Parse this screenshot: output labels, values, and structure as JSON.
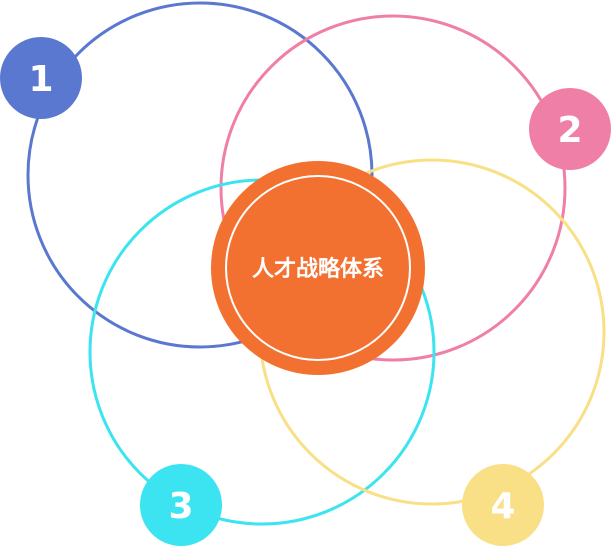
{
  "center": {
    "label": "人才战略体系",
    "color": "#F37130"
  },
  "rings": [
    {
      "number": "1",
      "color": "#5B78D0"
    },
    {
      "number": "2",
      "color": "#F07FA8"
    },
    {
      "number": "3",
      "color": "#3BE4F0"
    },
    {
      "number": "4",
      "color": "#F9DF86"
    }
  ]
}
